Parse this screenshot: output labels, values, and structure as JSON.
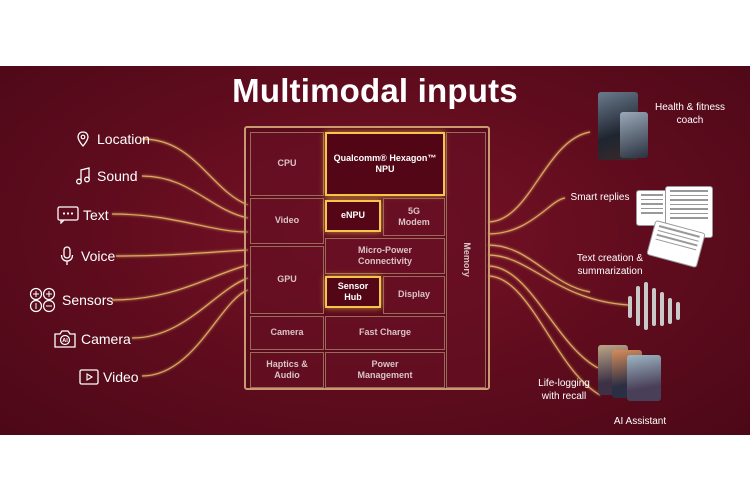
{
  "title": "Multimodal inputs",
  "inputs": [
    {
      "label": "Location",
      "icon": "location-pin-icon"
    },
    {
      "label": "Sound",
      "icon": "music-note-icon"
    },
    {
      "label": "Text",
      "icon": "text-bubble-icon"
    },
    {
      "label": "Voice",
      "icon": "microphone-icon"
    },
    {
      "label": "Sensors",
      "icon": "sensors-icon"
    },
    {
      "label": "Camera",
      "icon": "ai-camera-icon"
    },
    {
      "label": "Video",
      "icon": "video-play-icon"
    }
  ],
  "chip": {
    "cpu": "CPU",
    "npu_line1": "Qualcomm® Hexagon™",
    "npu_line2": "NPU",
    "video": "Video",
    "enpu": "eNPU",
    "modem_line1": "5G",
    "modem_line2": "Modem",
    "gpu": "GPU",
    "micro_line1": "Micro-Power",
    "micro_line2": "Connectivity",
    "sensor_line1": "Sensor",
    "sensor_line2": "Hub",
    "display": "Display",
    "camera": "Camera",
    "fast_charge": "Fast Charge",
    "haptics_line1": "Haptics &",
    "haptics_line2": "Audio",
    "power_line1": "Power",
    "power_line2": "Management",
    "memory": "Memory"
  },
  "outputs": {
    "health_line1": "Health & fitness",
    "health_line2": "coach",
    "smart_replies": "Smart replies",
    "text_line1": "Text creation &",
    "text_line2": "summarization",
    "life_line1": "Life-logging",
    "life_line2": "with recall",
    "ai_assistant": "AI Assistant"
  },
  "colors": {
    "background": "#5e0c1d",
    "chip_border": "#c99a72",
    "highlight": "#f2c74a",
    "wire": "#f0c56b"
  }
}
